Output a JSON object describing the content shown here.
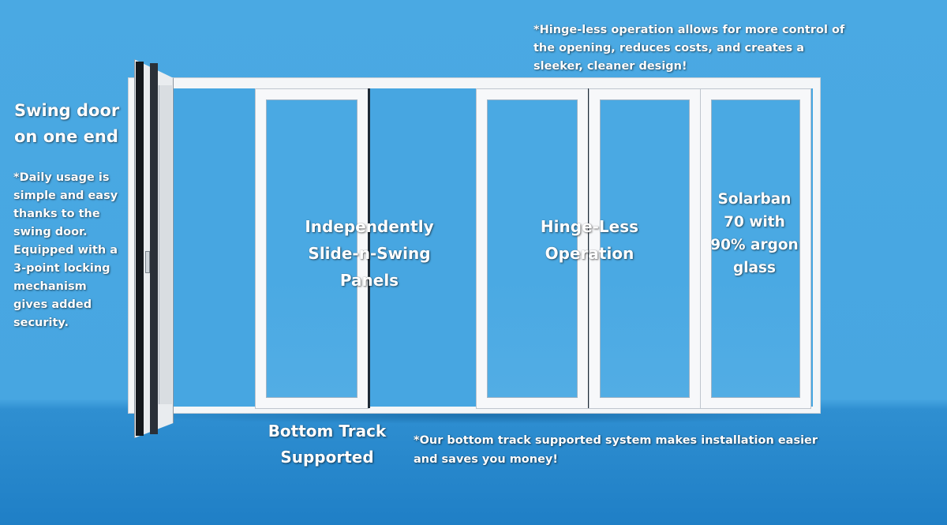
{
  "labels": {
    "swing_door_title": "Swing door on one end",
    "swing_door_note": "*Daily usage is simple and easy thanks to the swing door. Equipped with a 3-point locking mechanism gives added security.",
    "hinge_less_note": "*Hinge-less operation allows for more control of the opening, reduces costs, and creates a sleeker, cleaner design!",
    "slide_n_swing": "Independently Slide-n-Swing Panels",
    "hinge_less_operation": "Hinge-Less Operation",
    "solarban": "Solarban 70 with 90% argon glass",
    "bottom_track": "Bottom Track Supported",
    "bottom_track_note": "*Our bottom track supported system makes installation easier and saves you money!"
  },
  "colors": {
    "background": "#47a6e1",
    "floor": "#1f7fc6",
    "frame": "#f4f6f8"
  }
}
